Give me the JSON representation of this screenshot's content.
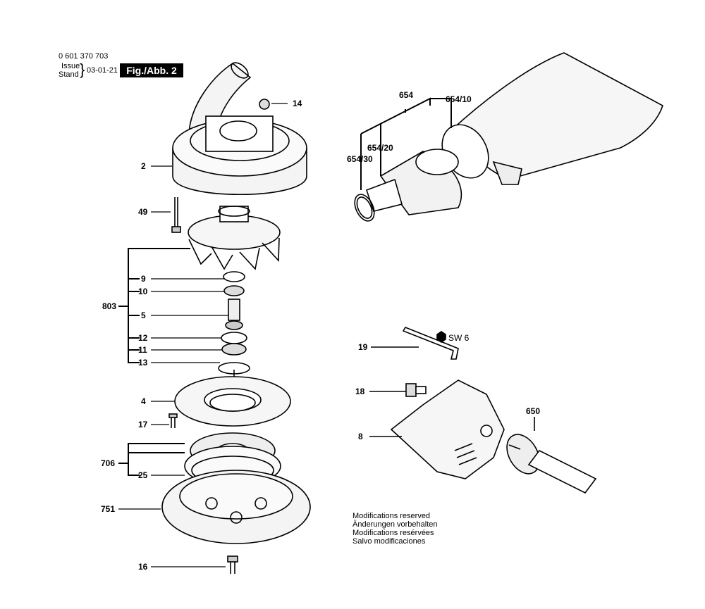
{
  "header": {
    "part_number": "0 601 370 703",
    "issue_label": "Issue",
    "stand_label": "Stand",
    "date": "03-01-21",
    "figure": "Fig./Abb. 2"
  },
  "labels": {
    "p14": "14",
    "p2": "2",
    "p49": "49",
    "p9": "9",
    "p10": "10",
    "p803": "803",
    "p5": "5",
    "p12": "12",
    "p11": "11",
    "p13": "13",
    "p4": "4",
    "p17": "17",
    "p706": "706",
    "p25": "25",
    "p751": "751",
    "p16": "16",
    "p654": "654",
    "p654_10": "654/10",
    "p654_20": "654/20",
    "p654_30": "654/30",
    "p19": "19",
    "sw6": "SW 6",
    "p18": "18",
    "p8": "8",
    "p650": "650"
  },
  "notes": [
    "Modifications reserved",
    "Änderungen vorbehalten",
    "Modifications resérvées",
    "Salvo modificaciones"
  ]
}
